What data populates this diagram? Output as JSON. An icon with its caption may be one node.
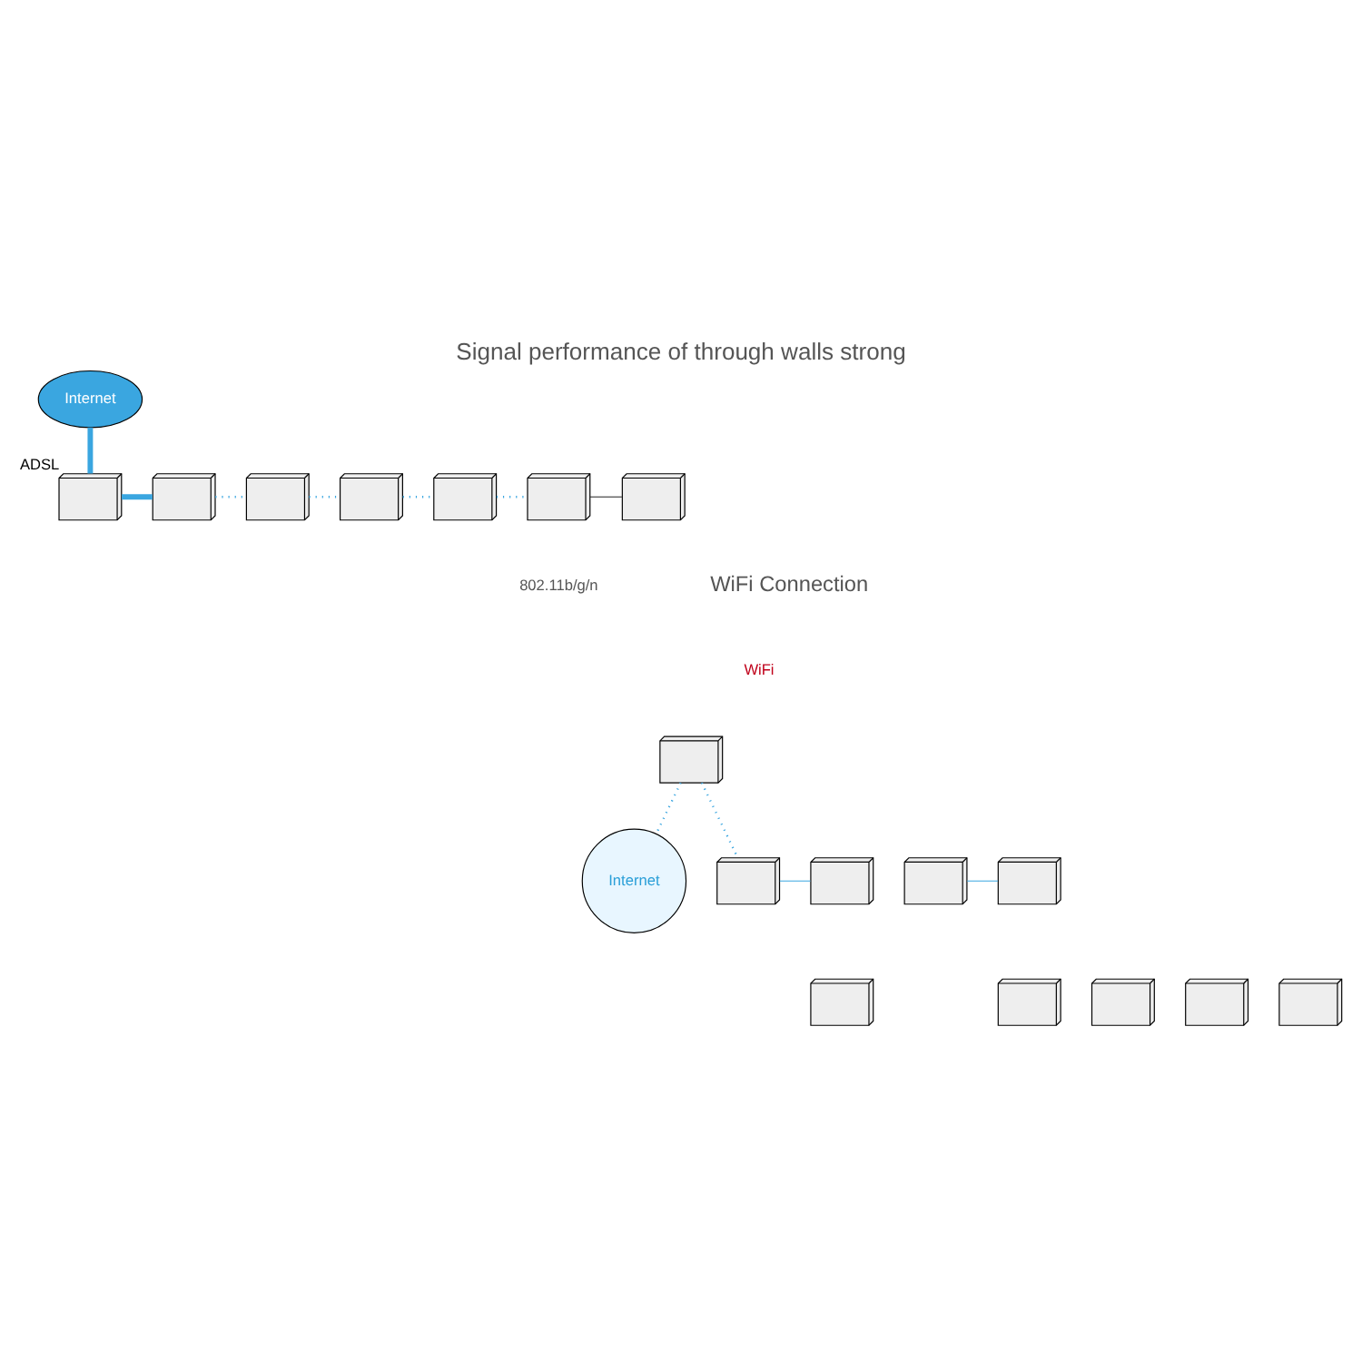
{
  "diagram": {
    "title": "Signal performance of through walls strong",
    "nodes": [
      {
        "text": [
          "Internet"
        ]
      },
      {
        "text": [],
        "shape": "picture",
        "beside": [
          "ADSL"
        ]
      },
      {
        "text": [],
        "shape": "picture"
      },
      {
        "text": [],
        "shape": "picture"
      },
      {
        "text": [],
        "shape": "picture"
      },
      {
        "text": [],
        "shape": "picture"
      },
      {
        "text": [],
        "shape": "picture"
      },
      {
        "text": [],
        "shape": "picture"
      },
      {
        "text": [],
        "shape": "picture"
      },
      {
        "text": [
          "Internet"
        ]
      },
      {
        "text": [],
        "shape": "picture"
      },
      {
        "text": [],
        "shape": "picture"
      },
      {
        "text": [],
        "shape": "picture"
      },
      {
        "text": [],
        "shape": "picture"
      },
      {
        "text": [],
        "shape": "picture"
      },
      {
        "text": [],
        "shape": "picture"
      },
      {
        "text": [],
        "shape": "picture"
      },
      {
        "text": [],
        "shape": "picture"
      },
      {
        "text": [],
        "shape": "picture"
      }
    ],
    "edges": [
      {
        "from": 0,
        "to": 1,
        "arrow": "none",
        "style": "thick"
      },
      {
        "from": 1,
        "to": 2,
        "arrow": "none",
        "style": "thick"
      },
      {
        "from": 2,
        "to": 3,
        "arrow": "none",
        "style": "dashed"
      },
      {
        "from": 3,
        "to": 4,
        "arrow": "none",
        "style": "dashed"
      },
      {
        "from": 4,
        "to": 5,
        "arrow": "none",
        "style": "dashed"
      },
      {
        "from": 5,
        "to": 6,
        "arrow": "none",
        "style": "dashed"
      },
      {
        "from": 6,
        "to": 7,
        "arrow": "none",
        "color": "#222222"
      },
      {
        "from": 8,
        "to": 9,
        "arrow": "none",
        "style": "dashed"
      },
      {
        "from": 8,
        "to": 10,
        "arrow": "none",
        "style": "dashed"
      },
      {
        "from": 10,
        "to": 11,
        "arrow": "none"
      },
      {
        "from": 12,
        "to": 13,
        "arrow": "none"
      }
    ],
    "labels": [
      "802.11b/g/n",
      "WiFi Connection",
      "WiFi"
    ]
  }
}
